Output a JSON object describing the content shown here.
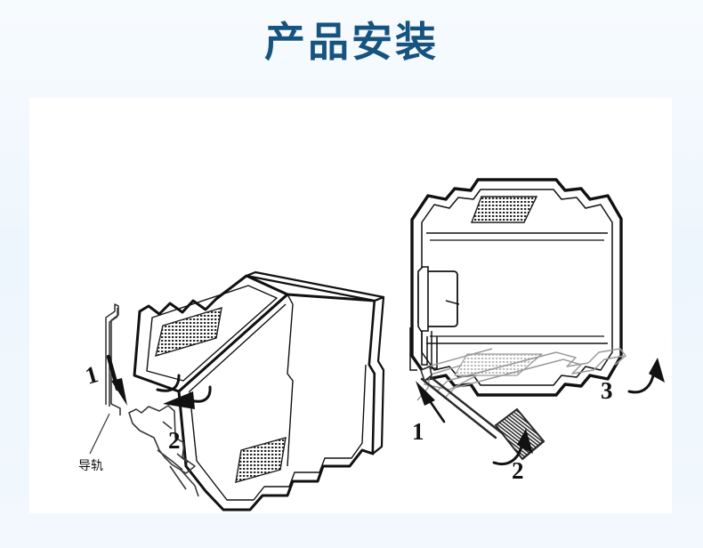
{
  "page": {
    "title": "产品安装",
    "title_color": "#17537f",
    "background_color": "#f1f7fd",
    "card_color": "#ffffff"
  },
  "illustration": {
    "line_color": "#1a1a1a",
    "light_line_color": "#9a9a9a",
    "diagrams": [
      {
        "id": "left-diagram",
        "name": "din-rail-mounting-diagram",
        "description": "Isometric view of terminal block module being pressed down onto a DIN rail",
        "labels": [
          {
            "name": "step-1-label",
            "text": "1",
            "type": "number"
          },
          {
            "name": "step-2-label",
            "text": "2",
            "type": "number"
          },
          {
            "name": "din-rail-label",
            "text": "导轨",
            "type": "cjk"
          }
        ],
        "arrows": [
          {
            "name": "arrow-press-down",
            "step": "1",
            "direction": "down"
          },
          {
            "name": "arrow-snap-up",
            "step": "2",
            "direction": "up-left"
          }
        ]
      },
      {
        "id": "right-diagram",
        "name": "din-rail-removal-diagram",
        "description": "Front view of module with screwdriver releasing the rail latch",
        "labels": [
          {
            "name": "step-1-label",
            "text": "1",
            "type": "number"
          },
          {
            "name": "step-2-label",
            "text": "2",
            "type": "number"
          },
          {
            "name": "step-3-label",
            "text": "3",
            "type": "number"
          }
        ],
        "arrows": [
          {
            "name": "arrow-insert-screwdriver",
            "step": "1",
            "direction": "up-left"
          },
          {
            "name": "arrow-pry-lever",
            "step": "2",
            "direction": "up-right"
          },
          {
            "name": "arrow-lift-module",
            "step": "3",
            "direction": "up-right"
          }
        ],
        "tool": {
          "name": "screwdriver-icon",
          "label": "screwdriver"
        }
      }
    ]
  }
}
